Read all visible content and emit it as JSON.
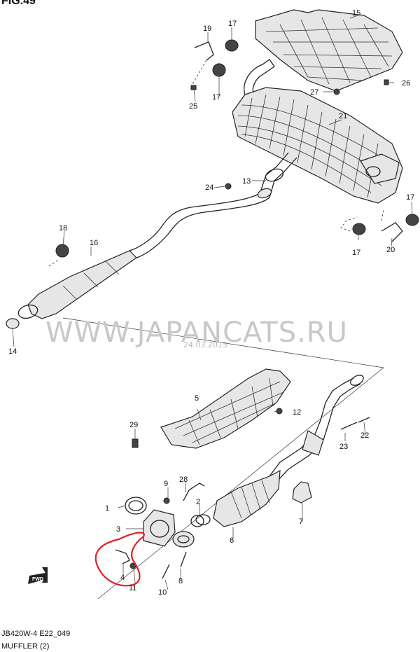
{
  "figure_id": "FIG.49",
  "watermark": "WWW.JAPANCATS.RU",
  "watermark_date": "24.03.2015",
  "caption": {
    "code": "JB420W-4 E22_049",
    "title": "MUFFLER (2)"
  },
  "forward_arrow_label": "FWD",
  "highlight_color": "#e0202a",
  "callouts": {
    "c1": "1",
    "c2": "2",
    "c3": "3",
    "c4": "4",
    "c5": "5",
    "c6": "6",
    "c7": "7",
    "c8": "8",
    "c9": "9",
    "c10": "10",
    "c11": "11",
    "c12": "12",
    "c13": "13",
    "c14": "14",
    "c15": "15",
    "c16": "16",
    "c17a": "17",
    "c17b": "17",
    "c17c": "17",
    "c17d": "17",
    "c18": "18",
    "c19": "19",
    "c20": "20",
    "c21": "21",
    "c22": "22",
    "c23": "23",
    "c24": "24",
    "c25": "25",
    "c26": "26",
    "c27": "27",
    "c28": "28",
    "c29": "29"
  }
}
